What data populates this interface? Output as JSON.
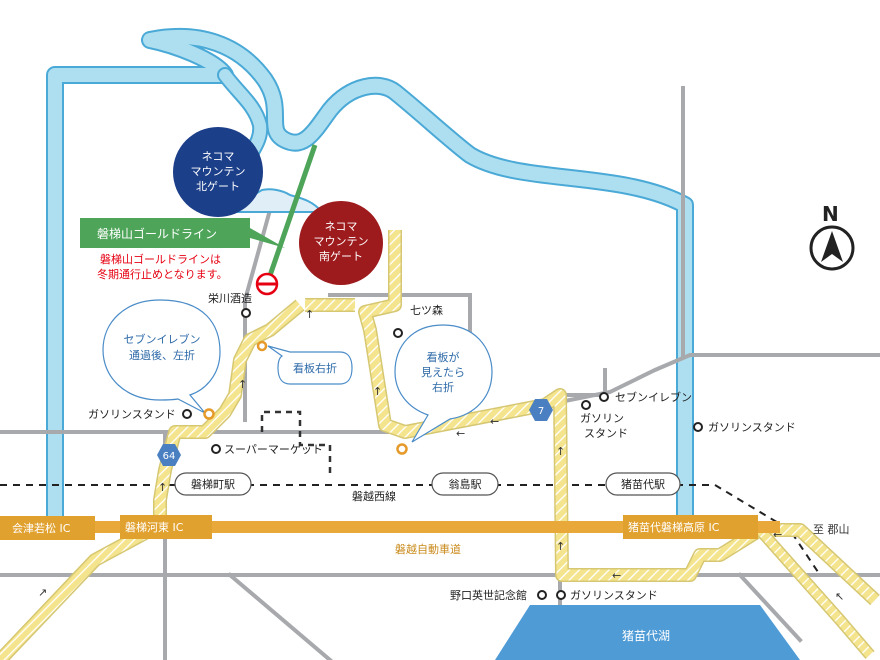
{
  "colors": {
    "river": "#a9dcee",
    "river_edge": "#4aa9d6",
    "road_gray": "#a7a9ac",
    "route_yellow": "#f4e28a",
    "route_stripe": "#ffffff",
    "expressway": "#e9a83a",
    "label_bg": "#e1a12f",
    "gold_line": "#4ea55a",
    "north_gate": "#1c3f8a",
    "south_gate": "#9e1b1d",
    "bubble": "#4a8cc8",
    "lake": "#4f9bd6",
    "red_text": "#e60012",
    "route_shield": "#4a7fc1",
    "poi_ring": "#e59a2a"
  },
  "gates": {
    "north": [
      "ネコマ",
      "マウンテン",
      "北ゲート"
    ],
    "south": [
      "ネコマ",
      "マウンテン",
      "南ゲート"
    ]
  },
  "gold_line": {
    "sign": "磐梯山ゴールドライン",
    "notice": [
      "磐梯山ゴールドラインは",
      "冬期通行止めとなります。"
    ]
  },
  "callouts": {
    "seven_eleven": [
      "セブンイレブン",
      "通過後、左折"
    ],
    "sign_right": "看板右折",
    "sign_seen": [
      "看板が",
      "見えたら",
      "右折"
    ]
  },
  "places": {
    "sake": "栄川酒造",
    "nanatsumori": "七ツ森",
    "gas_left": "ガソリンスタンド",
    "supermarket": "スーパーマーケット",
    "seven_eleven_right": "セブンイレブン",
    "gas_mid": [
      "ガソリン",
      "スタンド"
    ],
    "gas_right": "ガソリンスタンド",
    "noguchi": "野口英世記念館",
    "gas_bottom": "ガソリンスタンド"
  },
  "stations": {
    "bandaimachi": "磐梯町駅",
    "okinajima": "翁島駅",
    "inawashiro": "猪苗代駅"
  },
  "railway": "磐越西線",
  "expressway": {
    "name": "磐越自動車道",
    "ic_aizu": "会津若松 IC",
    "ic_bandai": "磐梯河東 IC",
    "ic_inawashiro": "猪苗代磐梯高原 IC",
    "to_koriyama": "至 郡山"
  },
  "route_shields": {
    "r64": "64",
    "r7": "7"
  },
  "lake": "猪苗代湖",
  "compass": {
    "letter": "N"
  }
}
